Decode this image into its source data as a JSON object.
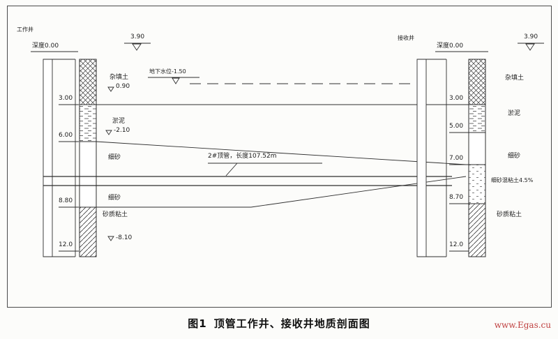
{
  "diagram": {
    "caption_fig": "图1",
    "caption_title": "顶管工作井、接收井地质剖面图",
    "watermark": "www.Egas.cu",
    "colors": {
      "watermark": "#bf4040",
      "line": "#2e2e2e"
    }
  },
  "work_shaft": {
    "label": "工作井",
    "datum": "深度0.00",
    "ground_elevation": "3.90",
    "groundwater": "地下水位-1.50",
    "scale": [
      "3.00",
      "6.00",
      "8.80",
      "12.0"
    ],
    "layer_labels": [
      "杂填土",
      "淤泥",
      "细砂",
      "细砂",
      "砂质粘土"
    ],
    "elevation_marks": [
      "0.90",
      "-2.10",
      "-8.10"
    ]
  },
  "pipe": {
    "label": "2#顶管，长度107.52m"
  },
  "receiving_shaft": {
    "label": "接收井",
    "datum": "深度0.00",
    "ground_elevation": "3.90",
    "scale": [
      "3.00",
      "5.00",
      "7.00",
      "8.70",
      "12.0"
    ],
    "layer_labels": [
      "杂填土",
      "淤泥",
      "细砂",
      "细砂混粘土4.5%",
      "砂质粘土"
    ]
  }
}
